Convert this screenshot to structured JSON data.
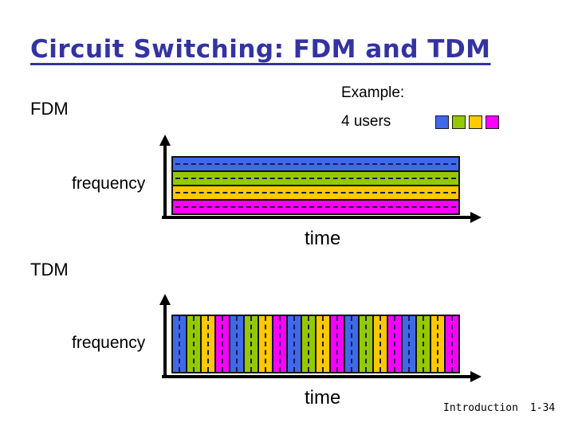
{
  "title": "Circuit Switching: FDM and TDM",
  "sections": {
    "fdm": "FDM",
    "tdm": "TDM"
  },
  "example": {
    "heading": "Example:"
  },
  "users": {
    "label": "4 users",
    "order": [
      "blue",
      "green",
      "yellow",
      "magenta"
    ]
  },
  "colors": {
    "blue": "#3E6AE8",
    "green": "#94C900",
    "yellow": "#FFC800",
    "magenta": "#FA00FA",
    "title_text": "#3333A2",
    "dashed_line": "#1C1C50",
    "axis_and_border": "#111111"
  },
  "diagrams": {
    "fdm": {
      "y_axis_label": "frequency",
      "x_axis_label": "time",
      "band_order_top_to_bottom": [
        "blue",
        "green",
        "yellow",
        "magenta"
      ],
      "bands_have_center_dashed_line": true
    },
    "tdm": {
      "y_axis_label": "frequency",
      "x_axis_label": "time",
      "slot_pattern": [
        "blue",
        "green",
        "yellow",
        "magenta"
      ],
      "repetitions": 5,
      "total_slots": 20,
      "slots_have_center_dashed_line": true
    }
  },
  "footer": {
    "section_label": "Introduction",
    "page_number": "1-34"
  }
}
